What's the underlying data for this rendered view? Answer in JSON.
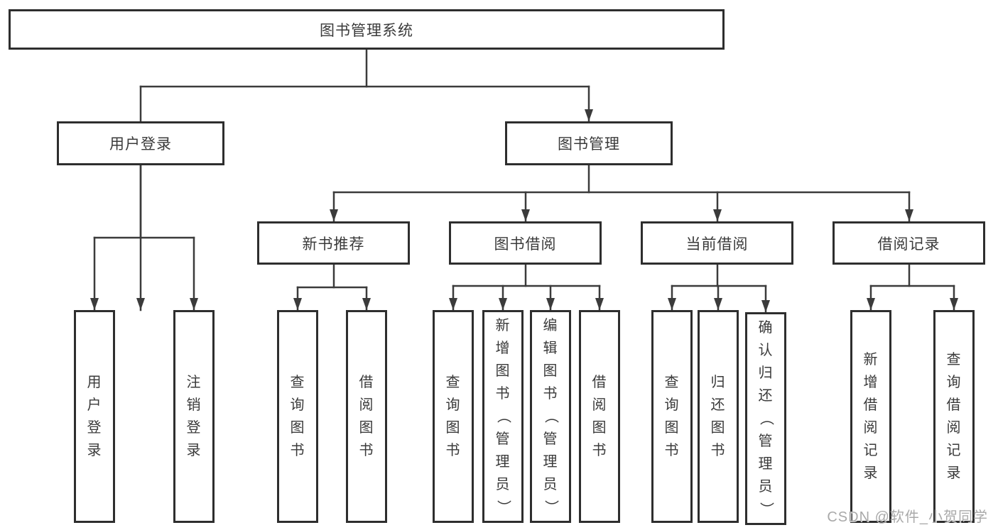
{
  "tree": {
    "root": {
      "label": "图书管理系统"
    },
    "branches": [
      {
        "label": "用户登录",
        "leaves": [
          "用户登录",
          "注销登录"
        ]
      },
      {
        "label": "图书管理",
        "groups": [
          {
            "label": "新书推荐",
            "leaves": [
              "查询图书",
              "借阅图书"
            ]
          },
          {
            "label": "图书借阅",
            "leaves": [
              "查询图书",
              "新增图书（管理员）",
              "编辑图书（管理员）",
              "借阅图书"
            ]
          },
          {
            "label": "当前借阅",
            "leaves": [
              "查询图书",
              "归还图书",
              "确认归还（管理员）"
            ]
          },
          {
            "label": "借阅记录",
            "leaves": [
              "新增借阅记录",
              "查询借阅记录"
            ]
          }
        ]
      }
    ]
  },
  "watermark": "CSDN @软件_小贺同学",
  "colors": {
    "line": "#3b3b3b",
    "box_border": "#2e2e2e",
    "text": "#3a3a3a",
    "watermark": "#a9a9a9",
    "background": "#ffffff"
  }
}
